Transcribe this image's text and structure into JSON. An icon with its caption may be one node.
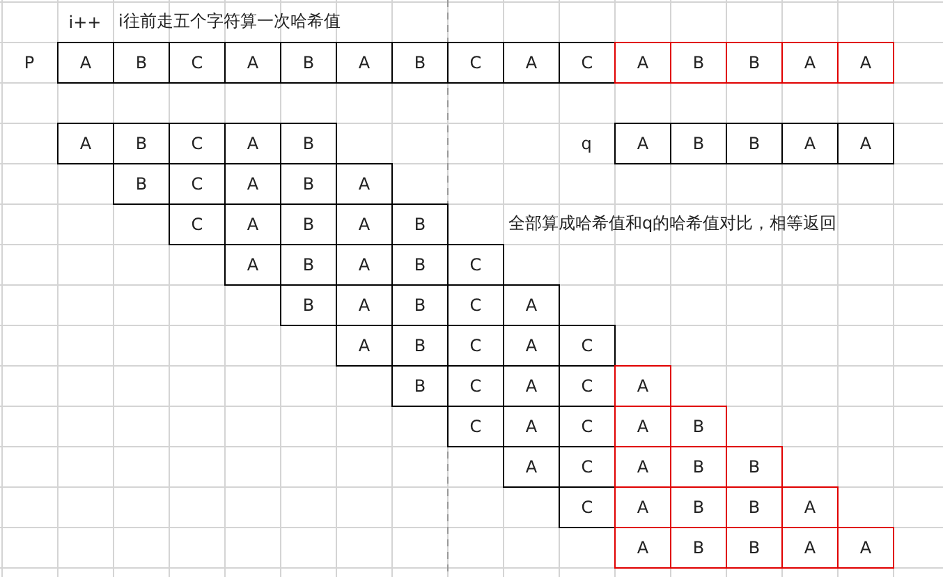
{
  "diagram": {
    "labels": [
      "i++",
      "i往前走五个字符算一次哈希值",
      "P",
      "A",
      "B",
      "C",
      "A",
      "B",
      "A",
      "B",
      "C",
      "A",
      "C",
      "A",
      "B",
      "B",
      "A",
      "A",
      "A",
      "B",
      "C",
      "A",
      "B",
      "q",
      "A",
      "B",
      "B",
      "A",
      "A",
      "B",
      "C",
      "A",
      "B",
      "A",
      "C",
      "A",
      "B",
      "A",
      "B",
      "全部算成哈希值和q的哈希值对比，相等返回",
      "A",
      "B",
      "A",
      "B",
      "C",
      "B",
      "A",
      "B",
      "C",
      "A",
      "A",
      "B",
      "C",
      "A",
      "C",
      "B",
      "C",
      "A",
      "C",
      "A",
      "C",
      "A",
      "C",
      "A",
      "B",
      "A",
      "C",
      "A",
      "B",
      "B",
      "C",
      "A",
      "B",
      "B",
      "A",
      "A",
      "B",
      "B",
      "A",
      "A"
    ]
  }
}
